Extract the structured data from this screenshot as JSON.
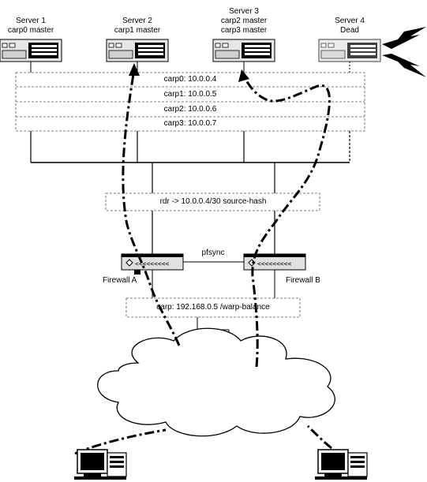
{
  "servers": [
    {
      "name": "Server 1",
      "roles": [
        "carp0 master"
      ]
    },
    {
      "name": "Server 2",
      "roles": [
        "carp1 master"
      ]
    },
    {
      "name": "Server 3",
      "roles": [
        "carp2 master",
        "carp3 master"
      ]
    },
    {
      "name": "Server 4",
      "roles": [
        "Dead"
      ]
    }
  ],
  "carp_rows": [
    "carp0: 10.0.0.4",
    "carp1: 10.0.0.5",
    "carp2: 10.0.0.6",
    "carp3: 10.0.0.7"
  ],
  "rdr_label": "rdr -> 10.0.0.4/30 source-hash",
  "pfsync_label": "pfsync",
  "firewalls": [
    "Firewall A",
    "Firewall B"
  ],
  "carp_balance_label": "carp: 192.168.0.5 /warp-balance"
}
